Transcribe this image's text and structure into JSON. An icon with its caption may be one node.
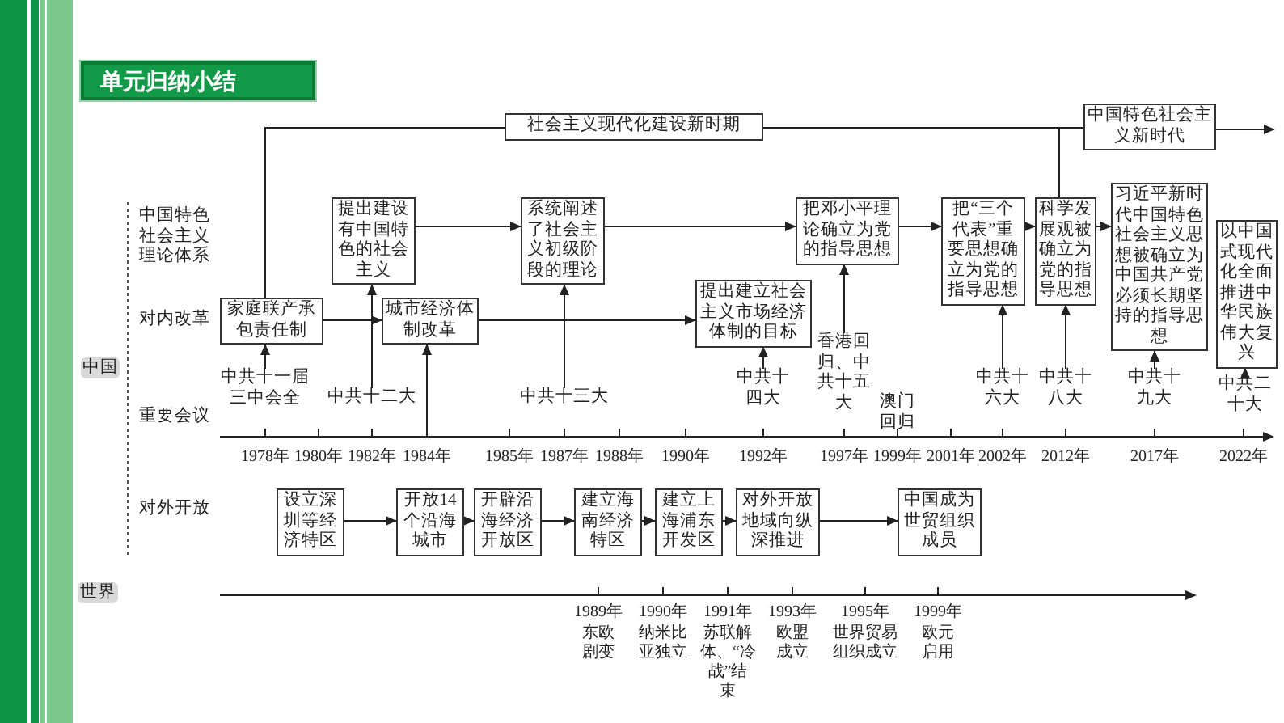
{
  "diagram": {
    "title": "单元归纳小结",
    "nodes": [
      {
        "text": [
          "社会主义现代化建设新时期"
        ]
      },
      {
        "text": [
          "中国特色社会主义新时代"
        ]
      },
      {
        "text": [
          "家庭联产承包责任制"
        ]
      },
      {
        "text": [
          "提出建设有中国特色的社会主义"
        ]
      },
      {
        "text": [
          "城市经济体制改革"
        ]
      },
      {
        "text": [
          "系统阐述了社会主义初级阶段的理论"
        ]
      },
      {
        "text": [
          "提出建立社会主义市场经济体制的目标"
        ]
      },
      {
        "text": [
          "把邓小平理论确立为党的指导思想"
        ]
      },
      {
        "text": [
          "把“三个代表”重要思想确立为党的指导思想"
        ]
      },
      {
        "text": [
          "科学发展观被确立为党的指导思想"
        ]
      },
      {
        "text": [
          "习近平新时代中国特色社会主义思想被确立为中国共产党必须长期坚持的指导思想"
        ]
      },
      {
        "text": [
          "以中国式现代化全面推进中华民族伟大复兴"
        ]
      },
      {
        "text": [
          "中共十一届三中会全"
        ]
      },
      {
        "text": [
          "中共十二大"
        ]
      },
      {
        "text": [
          "中共十三大"
        ]
      },
      {
        "text": [
          "中共十四大"
        ]
      },
      {
        "text": [
          "香港回归、中共十五大"
        ]
      },
      {
        "text": [
          "中共十六大"
        ]
      },
      {
        "text": [
          "中共十八大"
        ]
      },
      {
        "text": [
          "中共十九大"
        ]
      },
      {
        "text": [
          "中共二十大"
        ]
      },
      {
        "text": [
          "设立深圳等经济特区"
        ]
      },
      {
        "text": [
          "开放14个沿海城市"
        ]
      },
      {
        "text": [
          "开辟沿海经济开放区"
        ]
      },
      {
        "text": [
          "建立海南经济特区"
        ]
      },
      {
        "text": [
          "建立上海浦东开发区"
        ]
      },
      {
        "text": [
          "对外开放地域向纵深推进"
        ]
      },
      {
        "text": [
          "中国成为世贸组织成员"
        ]
      },
      {
        "text": [],
        "shape": "bar"
      }
    ],
    "edges": [
      {
        "from": 2,
        "to": 0,
        "arrow": "none"
      },
      {
        "from": 0,
        "to": 1,
        "arrow": "none"
      },
      {
        "from": 9,
        "to": 1,
        "arrow": "none"
      },
      {
        "from": 1,
        "to": null,
        "arrow": "to"
      },
      {
        "from": 2,
        "to": 4,
        "arrow": "to"
      },
      {
        "from": 4,
        "to": 6,
        "arrow": "to"
      },
      {
        "from": 3,
        "to": 5,
        "arrow": "to"
      },
      {
        "from": 5,
        "to": 7,
        "arrow": "to"
      },
      {
        "from": 7,
        "to": 8,
        "arrow": "to"
      },
      {
        "from": 8,
        "to": 9,
        "arrow": "to"
      },
      {
        "from": 9,
        "to": 10,
        "arrow": "to"
      },
      {
        "from": 12,
        "to": 2,
        "arrow": "to"
      },
      {
        "from": 13,
        "to": 3,
        "arrow": "to"
      },
      {
        "from": 28,
        "to": 4,
        "arrow": "to"
      },
      {
        "from": 14,
        "to": 5,
        "arrow": "to"
      },
      {
        "from": 15,
        "to": 6,
        "arrow": "to"
      },
      {
        "from": 16,
        "to": 7,
        "arrow": "to"
      },
      {
        "from": 17,
        "to": 8,
        "arrow": "to"
      },
      {
        "from": 18,
        "to": 9,
        "arrow": "to"
      },
      {
        "from": 19,
        "to": 10,
        "arrow": "to"
      },
      {
        "from": 20,
        "to": 11,
        "arrow": "to"
      },
      {
        "from": 21,
        "to": 22,
        "arrow": "to"
      },
      {
        "from": 22,
        "to": 23,
        "arrow": "to"
      },
      {
        "from": 23,
        "to": 24,
        "arrow": "to"
      },
      {
        "from": 24,
        "to": 25,
        "arrow": "to"
      },
      {
        "from": 25,
        "to": 26,
        "arrow": "to"
      },
      {
        "from": 26,
        "to": 27,
        "arrow": "to"
      }
    ],
    "labels": [
      "中国特色社会主义理论体系",
      "对内改革",
      "中国",
      "重要会议",
      "澳门回归",
      "1978年",
      "1980年",
      "1982年",
      "1984年",
      "1985年",
      "1987年",
      "1988年",
      "1990年",
      "1992年",
      "1997年",
      "1999年",
      "2001年",
      "2002年",
      "2012年",
      "2017年",
      "2022年",
      "对外开放",
      "世界",
      "1989年",
      "1990年",
      "1991年",
      "1993年",
      "1995年",
      "1999年",
      "东欧剧变",
      "纳米比亚独立",
      "苏联解体、“冷战”结束",
      "欧盟成立",
      "世界贸易组织成立",
      "欧元启用"
    ]
  }
}
